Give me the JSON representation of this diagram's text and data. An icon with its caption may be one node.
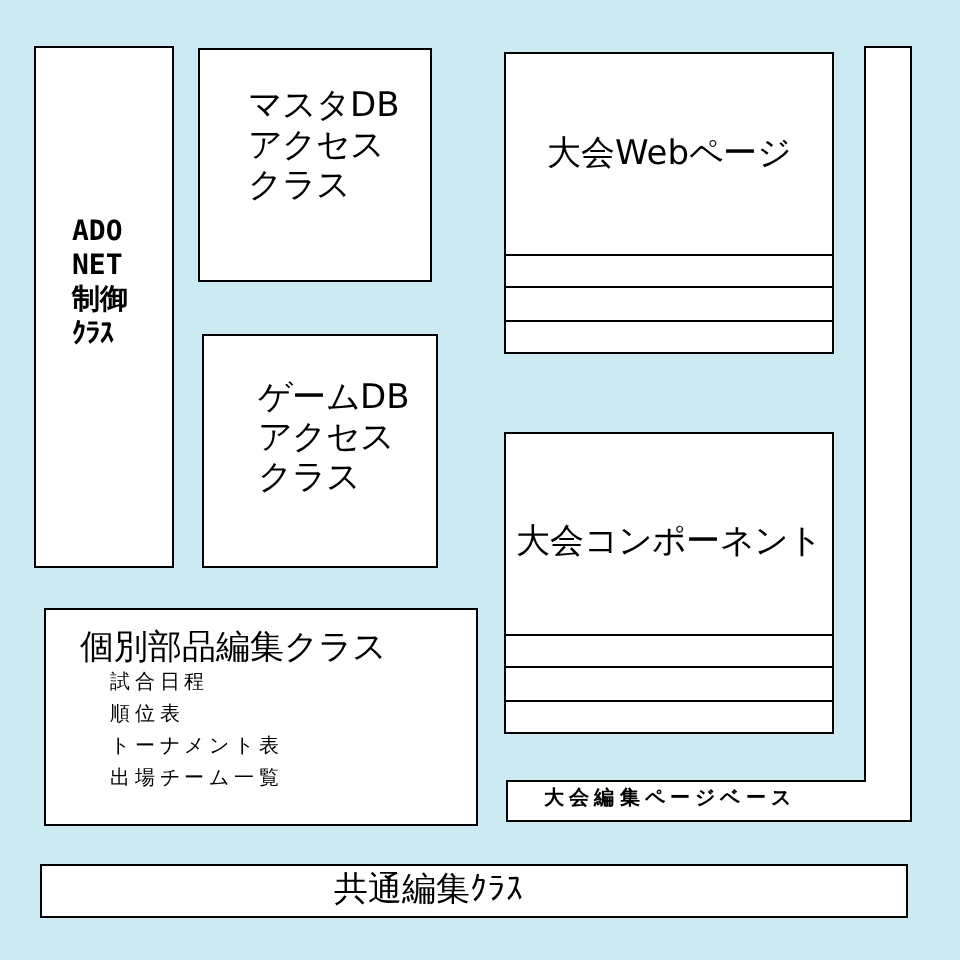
{
  "diagram": {
    "nodes": [
      {
        "text": [
          "ADO NET 制御ｸﾗｽ"
        ]
      },
      {
        "text": [
          "マスタDBアクセスクラス"
        ]
      },
      {
        "text": [
          "ゲームDBアクセスクラス"
        ]
      },
      {
        "text": [
          "大会Webページ"
        ]
      },
      {
        "text": [
          "大会コンポーネント"
        ]
      },
      {
        "text": [
          "大会編集ページベース"
        ]
      },
      {
        "text": [
          "個別部品編集クラス",
          "試合日程",
          "順位表",
          "トーナメント表",
          "出場チーム一覧"
        ]
      },
      {
        "text": [
          "共通編集ｸﾗｽ"
        ]
      }
    ]
  }
}
